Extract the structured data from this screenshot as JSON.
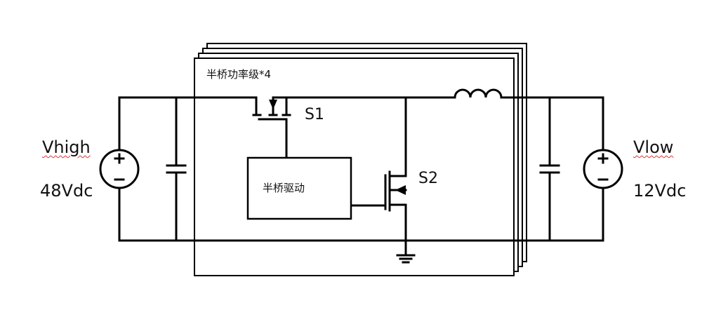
{
  "diagram": {
    "title": "Half-bridge buck/boost DC-DC converter schematic",
    "power_stage": {
      "label": "半桥功率级*4",
      "copies": 4
    },
    "driver": {
      "label": "半桥驱动"
    },
    "switches": [
      {
        "label": "S1"
      },
      {
        "label": "S2"
      }
    ],
    "high_side_source": {
      "name": "Vhigh",
      "value": "48Vdc"
    },
    "low_side_source": {
      "name": "Vlow",
      "value": "12Vdc"
    },
    "source_symbols": {
      "plus": "+",
      "minus": "−"
    }
  }
}
